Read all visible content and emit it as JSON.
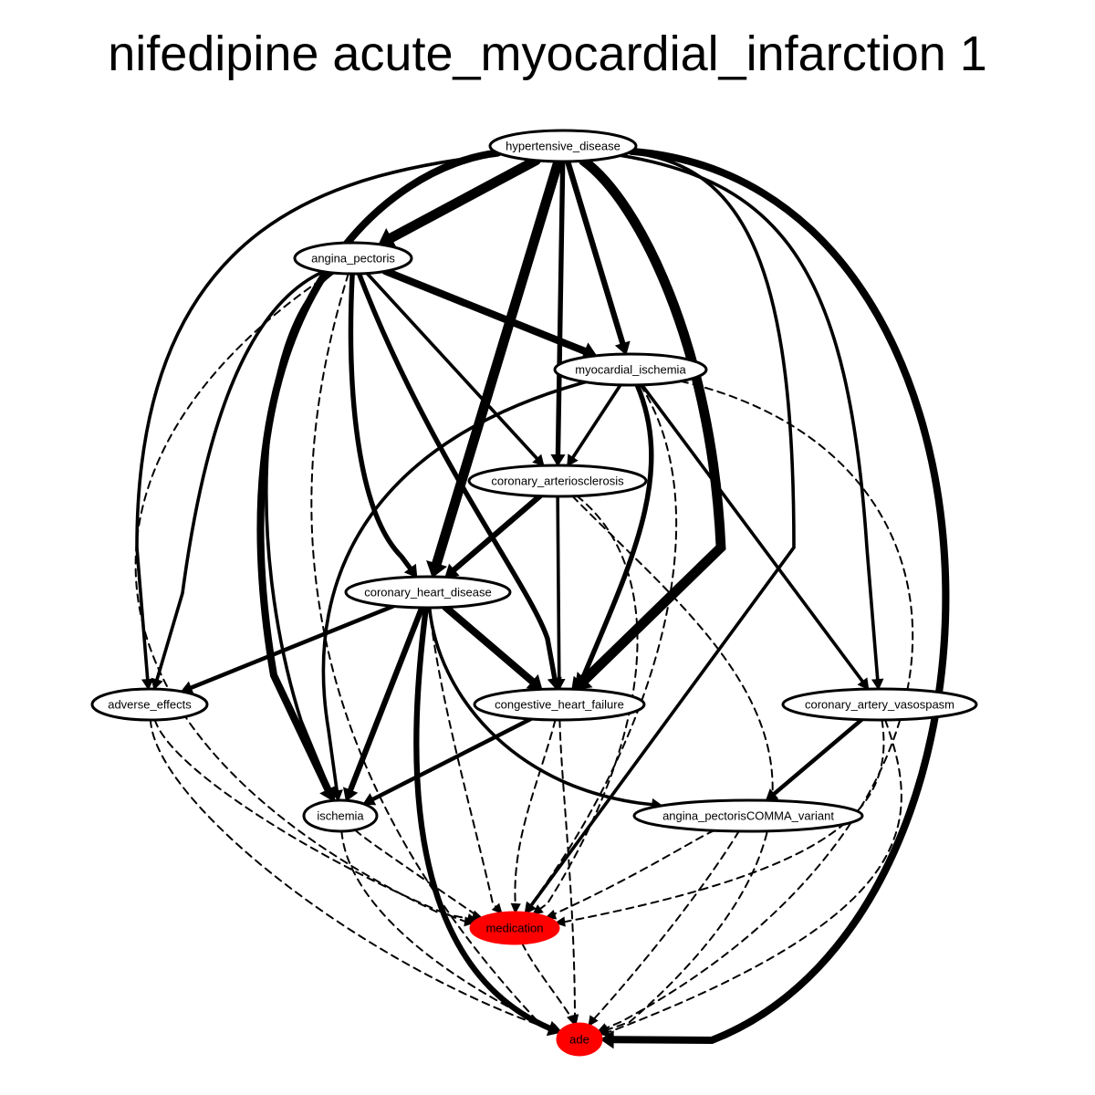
{
  "title": "nifedipine acute_myocardial_infarction 1",
  "colors": {
    "highlight": "#ff0000",
    "default_fill": "#ffffff",
    "stroke": "#000000"
  },
  "nodes": [
    {
      "id": "hypertensive_disease",
      "label": "hypertensive_disease",
      "highlight": false
    },
    {
      "id": "angina_pectoris",
      "label": "angina_pectoris",
      "highlight": false
    },
    {
      "id": "myocardial_ischemia",
      "label": "myocardial_ischemia",
      "highlight": false
    },
    {
      "id": "coronary_arteriosclerosis",
      "label": "coronary_arteriosclerosis",
      "highlight": false
    },
    {
      "id": "coronary_heart_disease",
      "label": "coronary_heart_disease",
      "highlight": false
    },
    {
      "id": "adverse_effects",
      "label": "adverse_effects",
      "highlight": false
    },
    {
      "id": "congestive_heart_failure",
      "label": "congestive_heart_failure",
      "highlight": false
    },
    {
      "id": "coronary_artery_vasospasm",
      "label": "coronary_artery_vasospasm",
      "highlight": false
    },
    {
      "id": "ischemia",
      "label": "ischemia",
      "highlight": false
    },
    {
      "id": "angina_pectorisCOMMA_variant",
      "label": "angina_pectorisCOMMA_variant",
      "highlight": false
    },
    {
      "id": "medication",
      "label": "medication",
      "highlight": true
    },
    {
      "id": "ade",
      "label": "ade",
      "highlight": true
    }
  ],
  "edges": [
    {
      "from": "hypertensive_disease",
      "to": "angina_pectoris",
      "weight": 12,
      "style": "solid"
    },
    {
      "from": "hypertensive_disease",
      "to": "myocardial_ischemia",
      "weight": 7,
      "style": "solid"
    },
    {
      "from": "hypertensive_disease",
      "to": "coronary_arteriosclerosis",
      "weight": 6,
      "style": "solid"
    },
    {
      "from": "hypertensive_disease",
      "to": "coronary_heart_disease",
      "weight": 12,
      "style": "solid"
    },
    {
      "from": "hypertensive_disease",
      "to": "congestive_heart_failure",
      "weight": 12,
      "style": "solid"
    },
    {
      "from": "hypertensive_disease",
      "to": "ischemia",
      "weight": 9,
      "style": "solid"
    },
    {
      "from": "hypertensive_disease",
      "to": "adverse_effects",
      "weight": 4,
      "style": "solid"
    },
    {
      "from": "hypertensive_disease",
      "to": "coronary_artery_vasospasm",
      "weight": 4,
      "style": "solid"
    },
    {
      "from": "hypertensive_disease",
      "to": "medication",
      "weight": 4,
      "style": "solid"
    },
    {
      "from": "hypertensive_disease",
      "to": "ade",
      "weight": 9,
      "style": "solid"
    },
    {
      "from": "angina_pectoris",
      "to": "myocardial_ischemia",
      "weight": 9,
      "style": "solid"
    },
    {
      "from": "angina_pectoris",
      "to": "coronary_arteriosclerosis",
      "weight": 4,
      "style": "solid"
    },
    {
      "from": "angina_pectoris",
      "to": "coronary_heart_disease",
      "weight": 6,
      "style": "solid"
    },
    {
      "from": "angina_pectoris",
      "to": "congestive_heart_failure",
      "weight": 6,
      "style": "solid"
    },
    {
      "from": "angina_pectoris",
      "to": "adverse_effects",
      "weight": 4,
      "style": "solid"
    },
    {
      "from": "angina_pectoris",
      "to": "ischemia",
      "weight": 4,
      "style": "solid"
    },
    {
      "from": "angina_pectoris",
      "to": "medication",
      "weight": 2,
      "style": "dashed"
    },
    {
      "from": "angina_pectoris",
      "to": "ade",
      "weight": 2,
      "style": "dashed"
    },
    {
      "from": "myocardial_ischemia",
      "to": "coronary_arteriosclerosis",
      "weight": 4,
      "style": "solid"
    },
    {
      "from": "myocardial_ischemia",
      "to": "congestive_heart_failure",
      "weight": 6,
      "style": "solid"
    },
    {
      "from": "myocardial_ischemia",
      "to": "coronary_artery_vasospasm",
      "weight": 4,
      "style": "solid"
    },
    {
      "from": "myocardial_ischemia",
      "to": "ischemia",
      "weight": 4,
      "style": "solid"
    },
    {
      "from": "myocardial_ischemia",
      "to": "medication",
      "weight": 2,
      "style": "dashed"
    },
    {
      "from": "myocardial_ischemia",
      "to": "ade",
      "weight": 2,
      "style": "dashed"
    },
    {
      "from": "coronary_arteriosclerosis",
      "to": "coronary_heart_disease",
      "weight": 7,
      "style": "solid"
    },
    {
      "from": "coronary_arteriosclerosis",
      "to": "congestive_heart_failure",
      "weight": 4,
      "style": "solid"
    },
    {
      "from": "coronary_arteriosclerosis",
      "to": "medication",
      "weight": 2,
      "style": "dashed"
    },
    {
      "from": "coronary_arteriosclerosis",
      "to": "ade",
      "weight": 2,
      "style": "dashed"
    },
    {
      "from": "coronary_heart_disease",
      "to": "adverse_effects",
      "weight": 5,
      "style": "solid"
    },
    {
      "from": "coronary_heart_disease",
      "to": "congestive_heart_failure",
      "weight": 9,
      "style": "solid"
    },
    {
      "from": "coronary_heart_disease",
      "to": "ischemia",
      "weight": 7,
      "style": "solid"
    },
    {
      "from": "coronary_heart_disease",
      "to": "angina_pectorisCOMMA_variant",
      "weight": 4,
      "style": "solid"
    },
    {
      "from": "coronary_heart_disease",
      "to": "ade",
      "weight": 7,
      "style": "solid"
    },
    {
      "from": "coronary_heart_disease",
      "to": "medication",
      "weight": 2,
      "style": "dashed"
    },
    {
      "from": "adverse_effects",
      "to": "medication",
      "weight": 2,
      "style": "dashed"
    },
    {
      "from": "adverse_effects",
      "to": "ade",
      "weight": 2,
      "style": "dashed"
    },
    {
      "from": "congestive_heart_failure",
      "to": "ischemia",
      "weight": 5,
      "style": "solid"
    },
    {
      "from": "congestive_heart_failure",
      "to": "medication",
      "weight": 2,
      "style": "dashed"
    },
    {
      "from": "congestive_heart_failure",
      "to": "ade",
      "weight": 2,
      "style": "dashed"
    },
    {
      "from": "coronary_artery_vasospasm",
      "to": "angina_pectorisCOMMA_variant",
      "weight": 5,
      "style": "solid"
    },
    {
      "from": "coronary_artery_vasospasm",
      "to": "medication",
      "weight": 2,
      "style": "dashed"
    },
    {
      "from": "coronary_artery_vasospasm",
      "to": "ade",
      "weight": 2,
      "style": "dashed"
    },
    {
      "from": "ischemia",
      "to": "medication",
      "weight": 2,
      "style": "dashed"
    },
    {
      "from": "ischemia",
      "to": "ade",
      "weight": 2,
      "style": "dashed"
    },
    {
      "from": "angina_pectorisCOMMA_variant",
      "to": "medication",
      "weight": 2,
      "style": "dashed"
    },
    {
      "from": "angina_pectorisCOMMA_variant",
      "to": "ade",
      "weight": 2,
      "style": "dashed"
    },
    {
      "from": "medication",
      "to": "ade",
      "weight": 2,
      "style": "dashed"
    }
  ]
}
